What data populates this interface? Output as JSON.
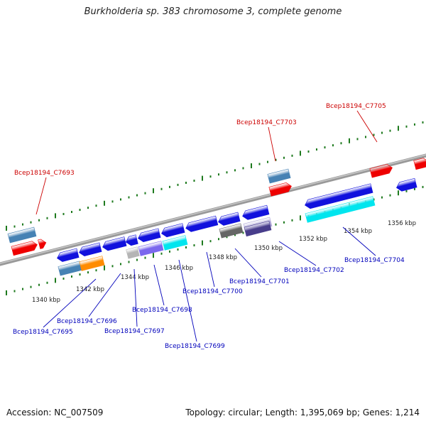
{
  "title": "Burkholderia sp. 383 chromosome 3, complete genome",
  "footer": {
    "accession": "Accession: NC_007509",
    "summary": "Topology: circular; Length: 1,395,069 bp; Genes: 1,214"
  },
  "scale": {
    "unit": "kbp",
    "ticks": [
      "1340 kbp",
      "1342 kbp",
      "1344 kbp",
      "1346 kbp",
      "1348 kbp",
      "1350 kbp",
      "1352 kbp",
      "1354 kbp",
      "1356 kbp"
    ]
  },
  "colors": {
    "backbone": "#8a8a8a",
    "forward_label": "#cc0000",
    "reverse_label": "#0000bb",
    "tick_green": "#1e7a1e",
    "gene_red": "#ee0000",
    "gene_blue": "#1111dd",
    "gene_steel": "#4682b4",
    "gene_orange": "#ff8c00",
    "gene_cyan": "#00e5ee",
    "gene_gray": "#b5b5b5",
    "gene_dark_gray": "#666666",
    "gene_slate": "#7b68ee",
    "gene_lavender": "#b0a8d8",
    "gene_navy": "#483d8b"
  },
  "labels": {
    "forward": [
      "Bcep18194_C7693",
      "Bcep18194_C7703",
      "Bcep18194_C7705"
    ],
    "reverse": [
      "Bcep18194_C7695",
      "Bcep18194_C7696",
      "Bcep18194_C7697",
      "Bcep18194_C7698",
      "Bcep18194_C7699",
      "Bcep18194_C7700",
      "Bcep18194_C7701",
      "Bcep18194_C7702",
      "Bcep18194_C7704"
    ]
  }
}
